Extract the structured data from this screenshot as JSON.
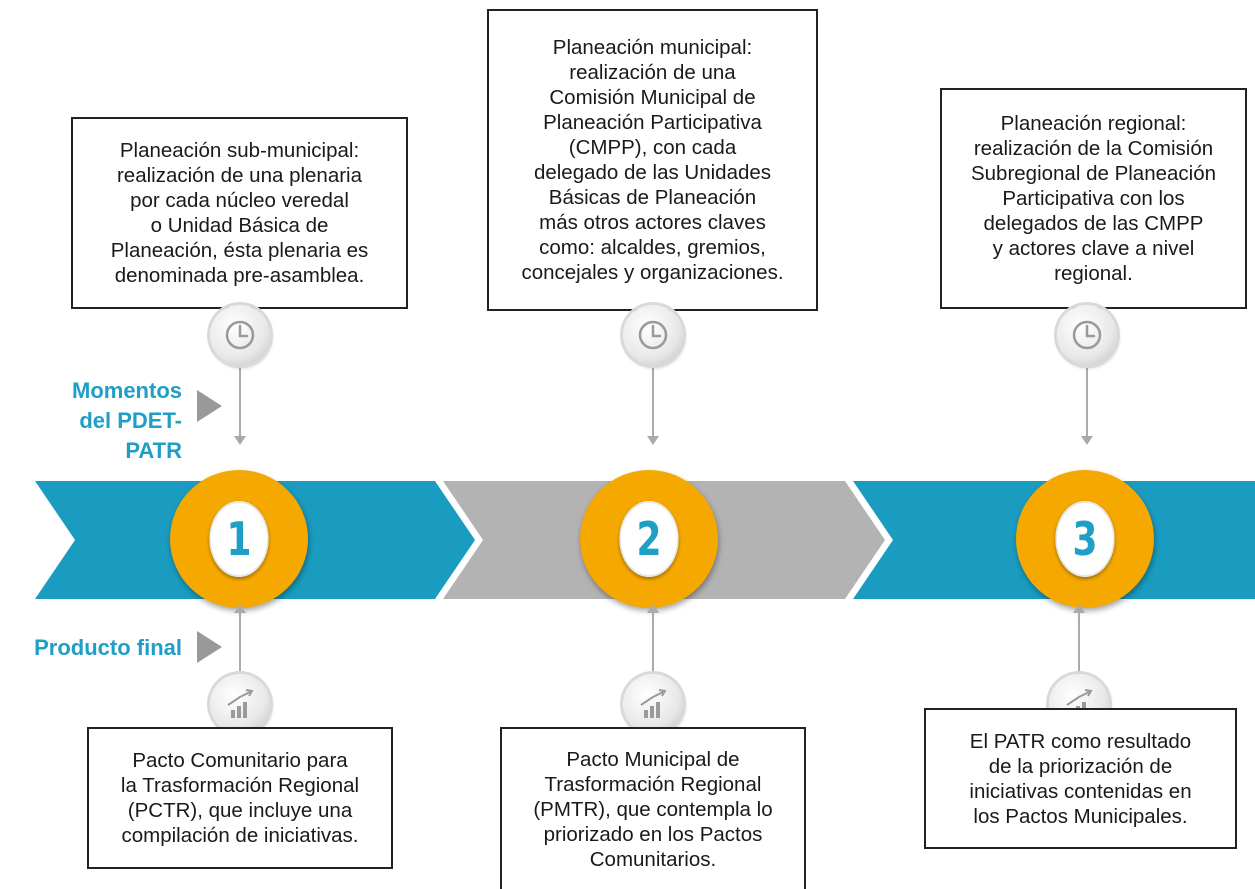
{
  "colors": {
    "band_blue": "#1a9cc1",
    "band_gray": "#b3b3b3",
    "step_orange": "#f4a800",
    "number_blue": "#1f9ec6",
    "label_blue": "#1f9ec6"
  },
  "side_labels": {
    "moments": "Momentos\ndel PDET- PATR",
    "product": "Producto final"
  },
  "steps": [
    {
      "number": "1",
      "moment_text": "Planeación sub-municipal:\nrealización de una plenaria\npor cada núcleo veredal\no Unidad Básica de\nPlaneación, ésta plenaria es\ndenominada pre-asamblea.",
      "product_text": "Pacto Comunitario para\nla Trasformación Regional\n(PCTR),  que incluye una\ncompilación de iniciativas.",
      "moment_icon": "clock-icon",
      "product_icon": "growth-chart-icon"
    },
    {
      "number": "2",
      "moment_text": "Planeación municipal:\nrealización de una\nComisión Municipal de\nPlaneación Participativa\n(CMPP), con cada\ndelegado de las Unidades\nBásicas de Planeación\nmás otros actores claves\ncomo: alcaldes, gremios,\nconcejales y organizaciones.",
      "product_text": "Pacto Municipal de\nTrasformación Regional\n(PMTR), que contempla lo\npriorizado en los Pactos\nComunitarios.",
      "moment_icon": "clock-icon",
      "product_icon": "growth-chart-icon"
    },
    {
      "number": "3",
      "moment_text": "Planeación regional:\nrealización de la Comisión\nSubregional de Planeación\nParticipativa con los\ndelegados de las CMPP\ny actores clave a nivel\nregional.",
      "product_text": "El PATR como resultado\nde la priorización de\niniciativas contenidas en\nlos Pactos Municipales.",
      "moment_icon": "clock-icon",
      "product_icon": "growth-chart-icon"
    }
  ]
}
